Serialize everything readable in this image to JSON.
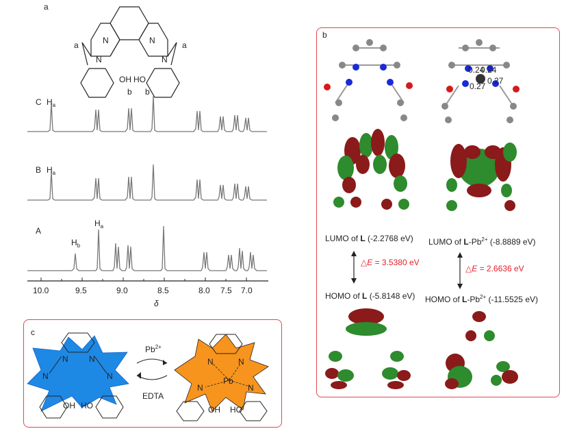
{
  "panel_a": {
    "label": "a",
    "structure_labels": {
      "a_left": "a",
      "a_right": "a",
      "N1": "N",
      "N2": "N",
      "N3": "N",
      "N4": "N",
      "oh1": "OH",
      "oh2": "HO",
      "b1": "b",
      "b2": "b"
    },
    "spectra": [
      {
        "label": "C",
        "peak_label": "H",
        "peak_sub": "a"
      },
      {
        "label": "B",
        "peak_label": "H",
        "peak_sub": "a"
      },
      {
        "label": "A",
        "peak_label": "H",
        "peak_sub": "a",
        "peak2_label": "H",
        "peak2_sub": "b"
      }
    ],
    "axis": {
      "ticks": [
        "10.0",
        "9.5",
        "9.0",
        "8.5",
        "8.0",
        "7.5",
        "7.0"
      ],
      "xlabel": "δ"
    }
  },
  "panel_b": {
    "label": "b",
    "distances": [
      "0.24",
      "0.24",
      "0.27",
      "0.27"
    ],
    "lumo_left": {
      "prefix": "LUMO of ",
      "bold": "L",
      "value": " (-2.2768 eV)"
    },
    "lumo_right": {
      "prefix": "LUMO of ",
      "bold": "L",
      "sup": "2+",
      "mid": "-Pb",
      "value": " (-8.8889 eV)"
    },
    "homo_left": {
      "prefix": "HOMO of ",
      "bold": "L",
      "value": " (-5.8148 eV)"
    },
    "homo_right": {
      "prefix": "HOMO of ",
      "bold": "L",
      "mid": "-Pb",
      "sup": "2+",
      "value": " (-11.5525 eV)"
    },
    "gap_left": {
      "symbol": "△",
      "var": "E",
      "value": " = 3.5380 eV"
    },
    "gap_right": {
      "symbol": "△",
      "var": "E",
      "value": " = 2.6636 eV"
    }
  },
  "panel_c": {
    "label": "c",
    "forward": "Pb",
    "forward_sup": "2+",
    "reverse": "EDTA",
    "left_labels": {
      "n1": "N",
      "n2": "N",
      "n3": "N",
      "n4": "N",
      "oh": "OH",
      "ho": "HO"
    },
    "right_labels": {
      "n1": "N",
      "n2": "N",
      "n3": "N",
      "n4": "N",
      "pb": "Pb",
      "oh": "OH",
      "ho": "HO"
    }
  },
  "colors": {
    "border": "#e0474c",
    "blue": "#1e88e5",
    "orange": "#f7941d",
    "red": "#e4202a",
    "green": "#2e8b2e",
    "maroon": "#8b1a1a"
  }
}
